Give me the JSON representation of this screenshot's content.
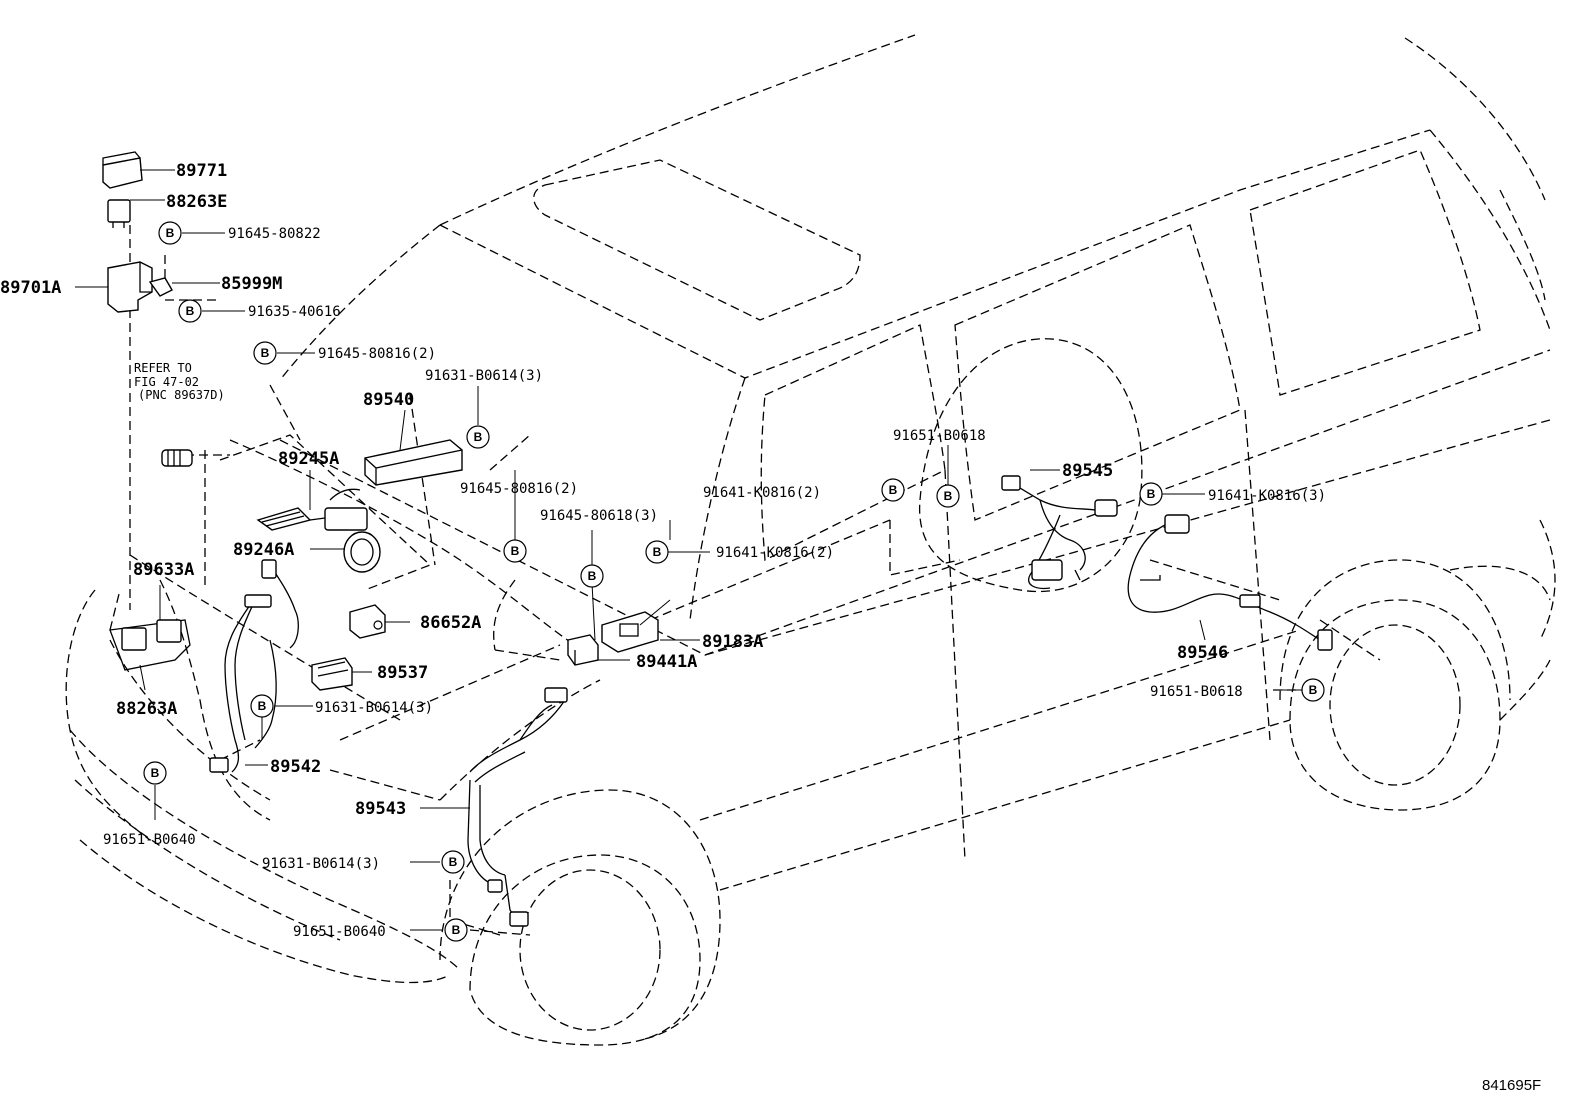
{
  "figure_id": "841695F",
  "bolt_symbol": "B",
  "refer_note": {
    "line1": "REFER TO",
    "line2": "FIG 47-02",
    "line3": "(PNC 89637D)"
  },
  "parts": {
    "p89771": "89771",
    "p88263E": "88263E",
    "p91645_80822": "91645-80822",
    "p89701A": "89701A",
    "p85999M": "85999M",
    "p91635_40616": "91635-40616",
    "p91645_80816_2a": "91645-80816(2)",
    "p91631_B0614_3a": "91631-B0614(3)",
    "p89540": "89540",
    "p89245A": "89245A",
    "p89246A": "89246A",
    "p91645_80816_2b": "91645-80816(2)",
    "p91645_80618_3": "91645-80618(3)",
    "p91641_K0816_2a": "91641-K0816(2)",
    "p91641_K0816_2b": "91641-K0816(2)",
    "p89633A": "89633A",
    "p86652A": "86652A",
    "p89183A": "89183A",
    "p89537": "89537",
    "p89441A": "89441A",
    "p88263A": "88263A",
    "p91631_B0614_3b": "91631-B0614(3)",
    "p89542": "89542",
    "p89543": "89543",
    "p91651_B0640a": "91651-B0640",
    "p91631_B0614_3c": "91631-B0614(3)",
    "p91651_B0640b": "91651-B0640",
    "p91651_B0618a": "91651-B0618",
    "p89545": "89545",
    "p91641_K0816_3": "91641-K0816(3)",
    "p89546": "89546",
    "p91651_B0618b": "91651-B0618"
  }
}
